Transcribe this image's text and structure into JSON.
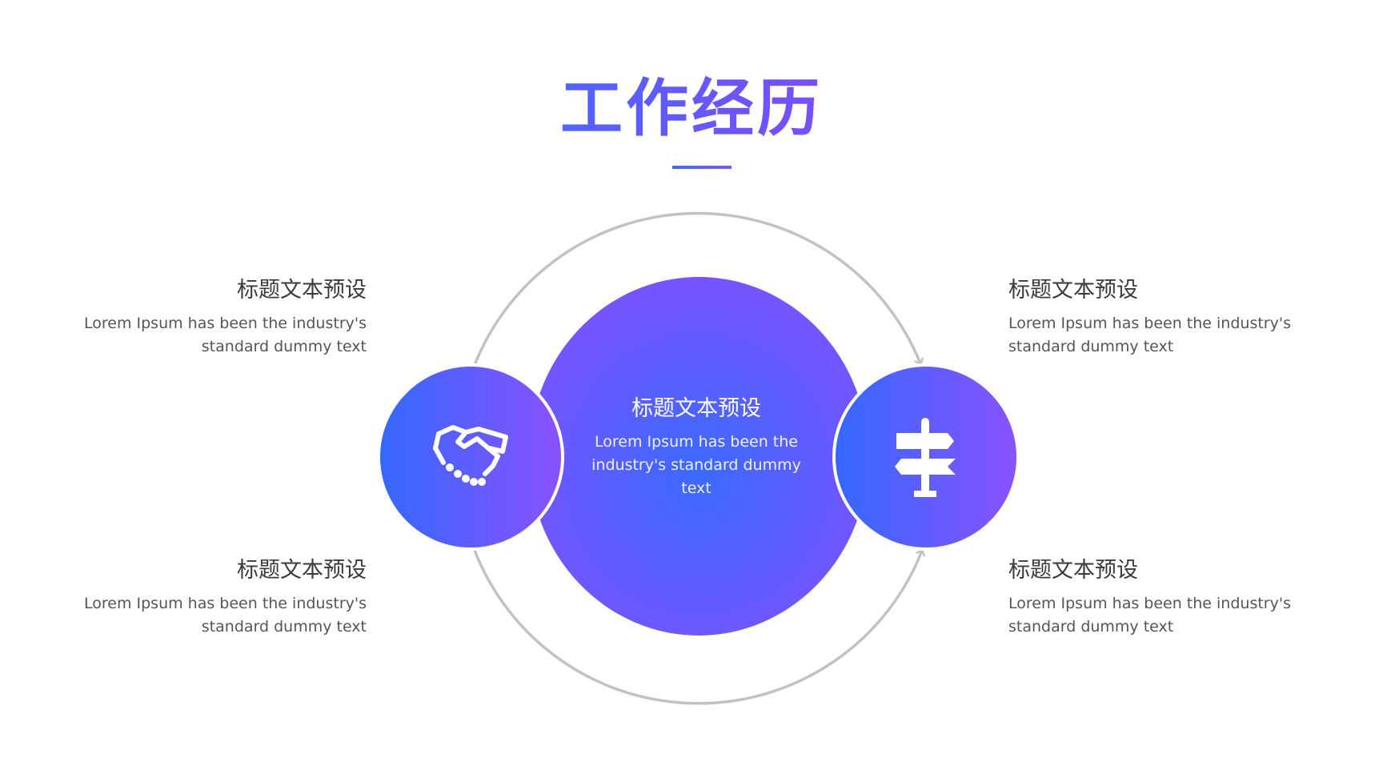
{
  "title": "工作经历",
  "colors": {
    "accent_blue": "#3866ff",
    "accent_purple": "#8a50ff",
    "arc": "#c2c2c2",
    "icon": "#ffffff"
  },
  "center": {
    "title": "标题文本预设",
    "body": "Lorem Ipsum has been the industry's standard dummy text"
  },
  "nodes": [
    {
      "icon": "handshake-icon"
    },
    {
      "icon": "signpost-icon"
    }
  ],
  "blocks": {
    "top_left": {
      "title": "标题文本预设",
      "body_line1": "Lorem Ipsum has been the industry's",
      "body_line2": "standard dummy text"
    },
    "bottom_left": {
      "title": "标题文本预设",
      "body_line1": "Lorem Ipsum has been the industry's",
      "body_line2": "standard dummy text"
    },
    "top_right": {
      "title": "标题文本预设",
      "body_line1": "Lorem Ipsum has been the industry's",
      "body_line2": "standard dummy text"
    },
    "bottom_right": {
      "title": "标题文本预设",
      "body_line1": "Lorem Ipsum has been the industry's",
      "body_line2": "standard dummy text"
    }
  }
}
